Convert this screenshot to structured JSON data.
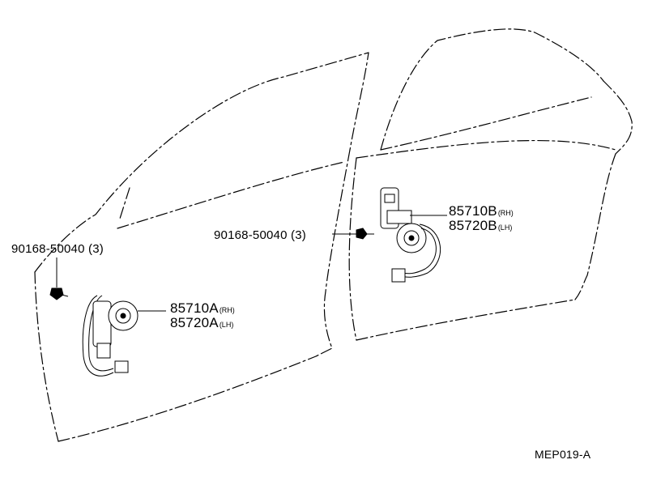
{
  "diagram": {
    "bolt_front": {
      "part_no": "90168-50040",
      "qty": "(3)"
    },
    "bolt_rear": {
      "part_no": "90168-50040",
      "qty": "(3)"
    },
    "motor_front": [
      {
        "part_no": "85710A",
        "side": "(RH)"
      },
      {
        "part_no": "85720A",
        "side": "(LH)"
      }
    ],
    "motor_rear": [
      {
        "part_no": "85710B",
        "side": "(RH)"
      },
      {
        "part_no": "85720B",
        "side": "(LH)"
      }
    ],
    "figure_code": "MEP019-A"
  }
}
